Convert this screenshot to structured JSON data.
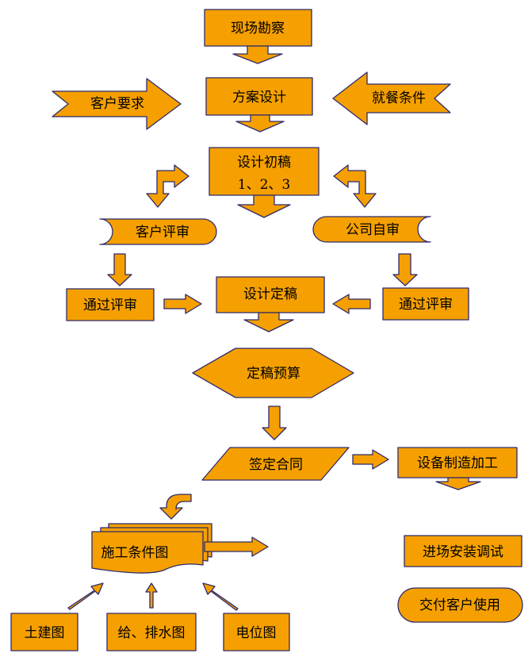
{
  "nodes": {
    "site_survey": "现场勘察",
    "scheme_design": "方案设计",
    "customer_requirements": "客户要求",
    "dining_conditions": "就餐条件",
    "draft_title": "设计初稿",
    "draft_versions": "1、2、3",
    "customer_review": "客户评审",
    "company_review": "公司自审",
    "pass_review_left": "通过评审",
    "final_design": "设计定稿",
    "pass_review_right": "通过评审",
    "final_budget": "定稿预算",
    "sign_contract": "签定合同",
    "equipment_manufacturing": "设备制造加工",
    "construction_drawings": "施工条件图",
    "onsite_installation": "进场安装调试",
    "deliver_to_customer": "交付客户使用",
    "civil_drawing": "土建图",
    "water_drawing": "给、排水图",
    "electrical_drawing": "电位图"
  },
  "colors": {
    "fill": "#f5a000",
    "stroke": "#2e2a6e",
    "text": "#000000"
  }
}
